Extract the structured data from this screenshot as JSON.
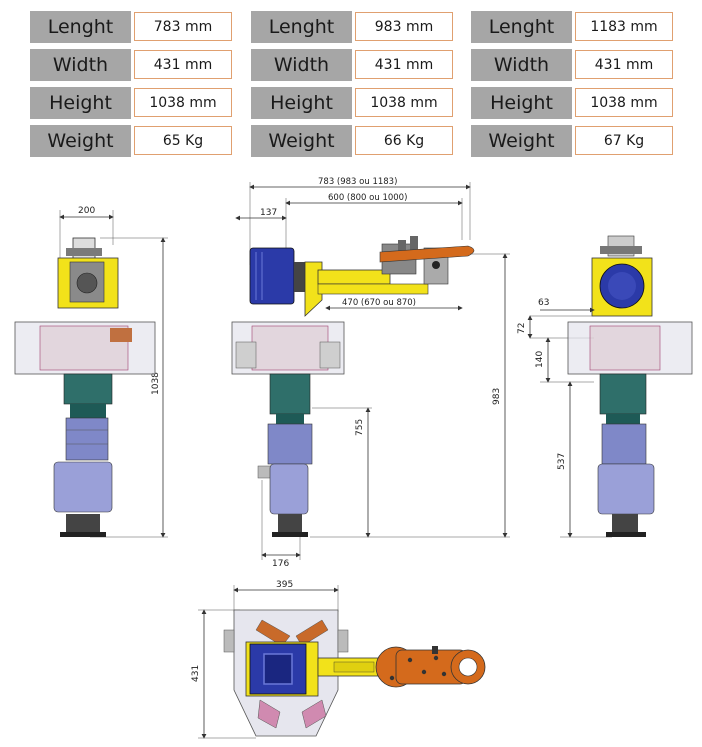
{
  "spec_tables": [
    {
      "rows": [
        {
          "label": "Lenght",
          "value": "783 mm"
        },
        {
          "label": "Width",
          "value": "431 mm"
        },
        {
          "label": "Height",
          "value": "1038 mm"
        },
        {
          "label": "Weight",
          "value": "65 Kg"
        }
      ]
    },
    {
      "rows": [
        {
          "label": "Lenght",
          "value": "983 mm"
        },
        {
          "label": "Width",
          "value": "431 mm"
        },
        {
          "label": "Height",
          "value": "1038 mm"
        },
        {
          "label": "Weight",
          "value": "66 Kg"
        }
      ]
    },
    {
      "rows": [
        {
          "label": "Lenght",
          "value": "1183 mm"
        },
        {
          "label": "Width",
          "value": "431 mm"
        },
        {
          "label": "Height",
          "value": "1038 mm"
        },
        {
          "label": "Weight",
          "value": "67 Kg"
        }
      ]
    }
  ],
  "dimensions": {
    "front_width": "200",
    "front_height": "1038",
    "side_overall": "783 (983 ou 1183)",
    "side_offset": "137",
    "side_arm": "600 (800 ou 1000)",
    "side_reach": "470 (670 ou 870)",
    "side_base_height": "755",
    "side_total_height": "983",
    "side_foot": "176",
    "rear_offset": "63",
    "rear_plate": "72",
    "rear_block": "140",
    "rear_lower": "537",
    "top_width": "395",
    "top_depth": "431"
  },
  "colors": {
    "motor_blue": "#2b3aa8",
    "housing_yellow": "#f2e21a",
    "arm_orange": "#d46a1c",
    "column_teal": "#2f6f6a",
    "gearbox_blue": "#7f88c8",
    "label_gray": "#a6a6a6"
  }
}
